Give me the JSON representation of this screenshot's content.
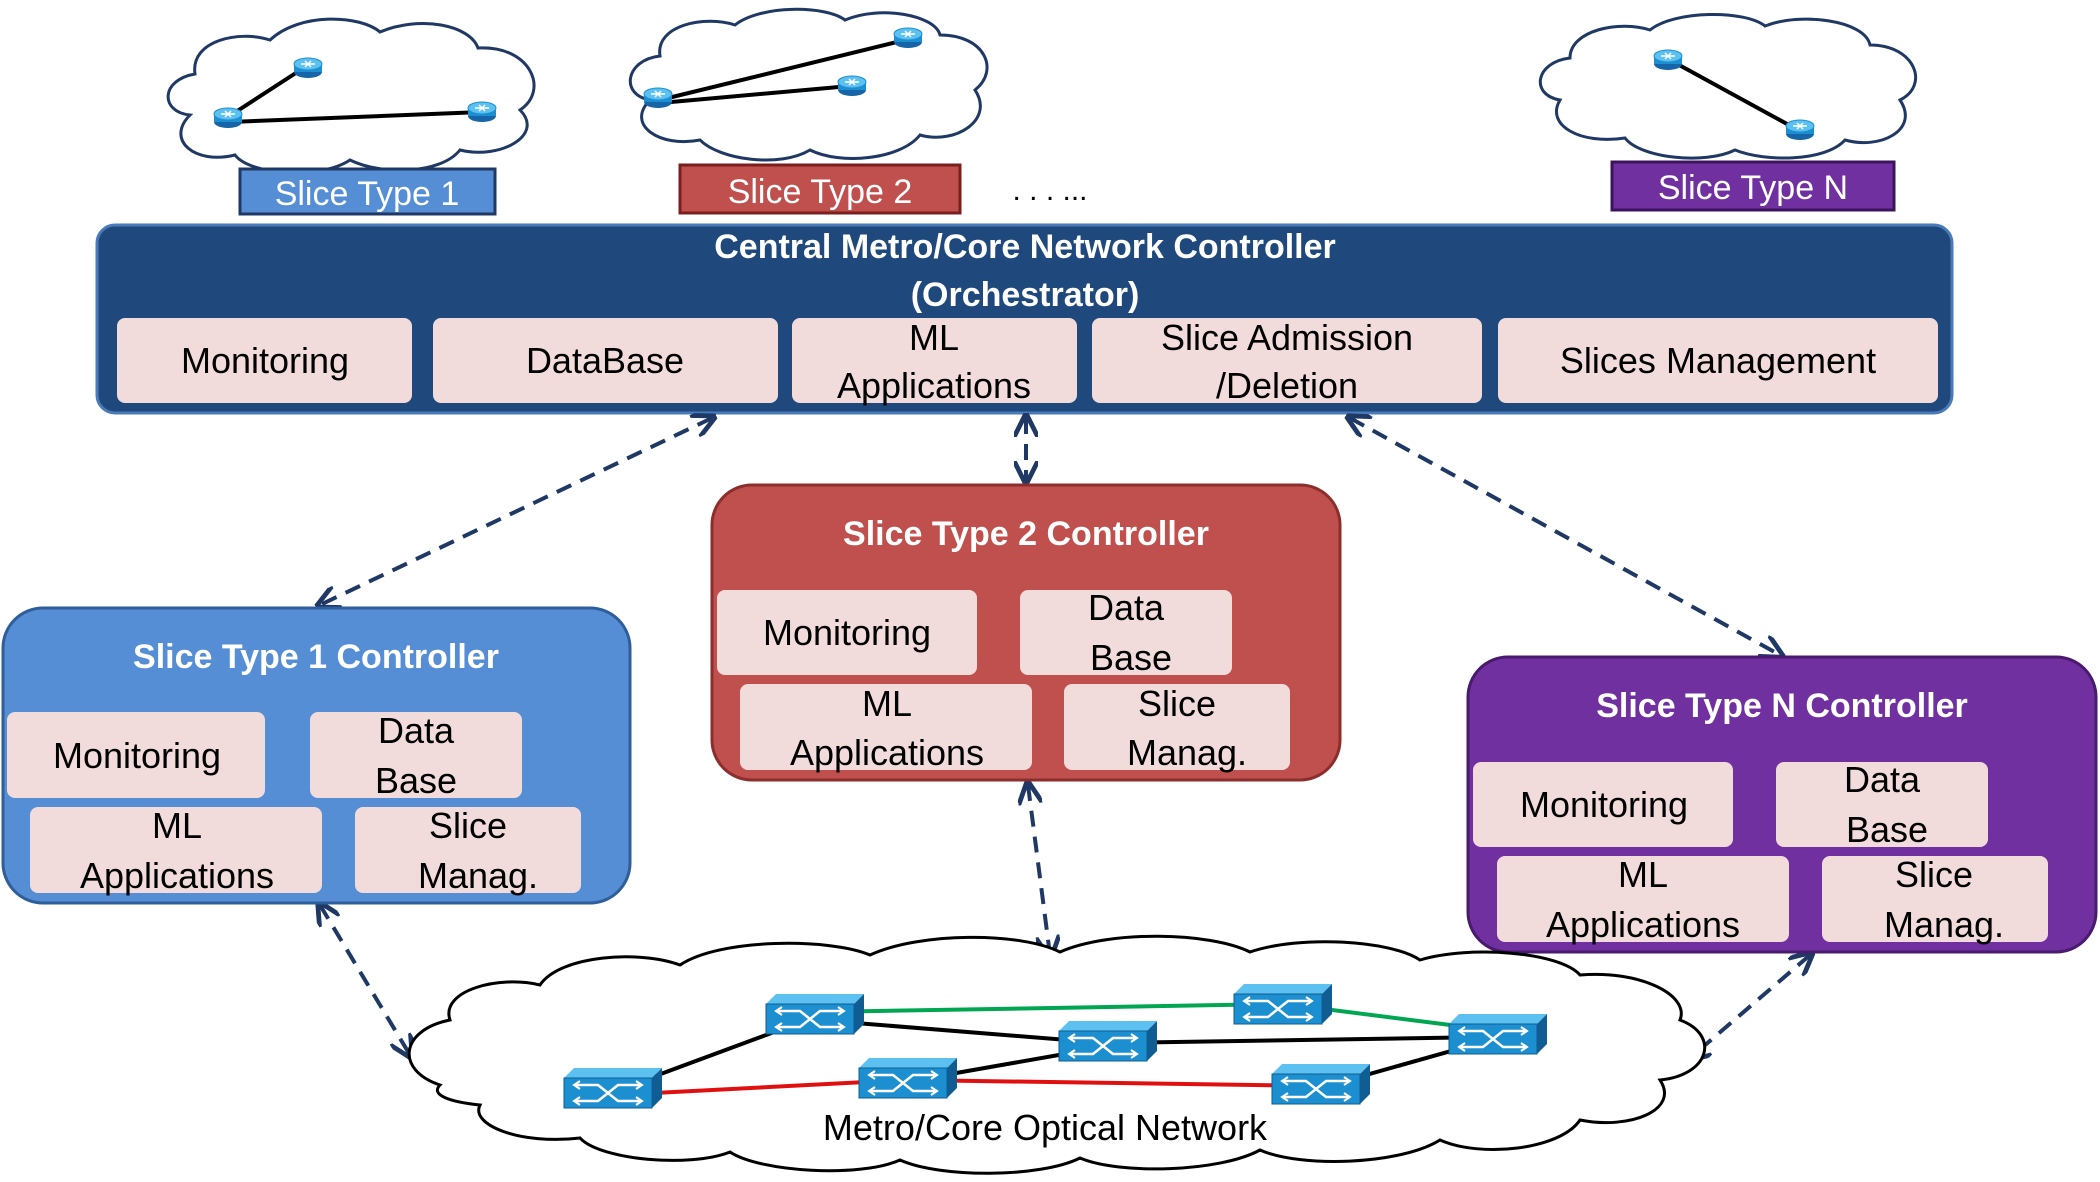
{
  "slices": {
    "type1": "Slice Type 1",
    "type2": "Slice Type 2",
    "ellipsis": ". . . ...",
    "typeN": "Slice Type N"
  },
  "central": {
    "title_line1": "Central Metro/Core Network Controller",
    "title_line2": "(Orchestrator)",
    "modules": {
      "monitoring": "Monitoring",
      "database": "DataBase",
      "ml_line1": "ML",
      "ml_line2": "Applications",
      "admission_line1": "Slice  Admission",
      "admission_line2": "/Deletion",
      "management": "Slices  Management"
    }
  },
  "controller1": {
    "title": "Slice Type  1 Controller",
    "monitoring": "Monitoring",
    "db_line1": "Data",
    "db_line2": "Base",
    "ml_line1": "ML",
    "ml_line2": "Applications",
    "manag_line1": "Slice",
    "manag_line2": "Manag."
  },
  "controller2": {
    "title": "Slice Type 2 Controller",
    "monitoring": "Monitoring",
    "db_line1": "Data",
    "db_line2": "Base",
    "ml_line1": "ML",
    "ml_line2": "Applications",
    "manag_line1": "Slice",
    "manag_line2": "Manag."
  },
  "controllerN": {
    "title": "Slice Type N Controller",
    "monitoring": "Monitoring",
    "db_line1": "Data",
    "db_line2": "Base",
    "ml_line1": "ML",
    "ml_line2": "Applications",
    "manag_line1": "Slice",
    "manag_line2": "Manag."
  },
  "network": {
    "label": "Metro/Core Optical Network"
  },
  "colors": {
    "central_fill": "#1f497d",
    "slice1_fill": "#558ed5",
    "slice2_fill": "#c0504d",
    "sliceN_fill": "#7030a0",
    "module_fill": "#f2dcdb",
    "arrow": "#1f3864",
    "path_green": "#00a651",
    "path_red": "#e01010",
    "switch_fill": "#1b8fd0"
  }
}
